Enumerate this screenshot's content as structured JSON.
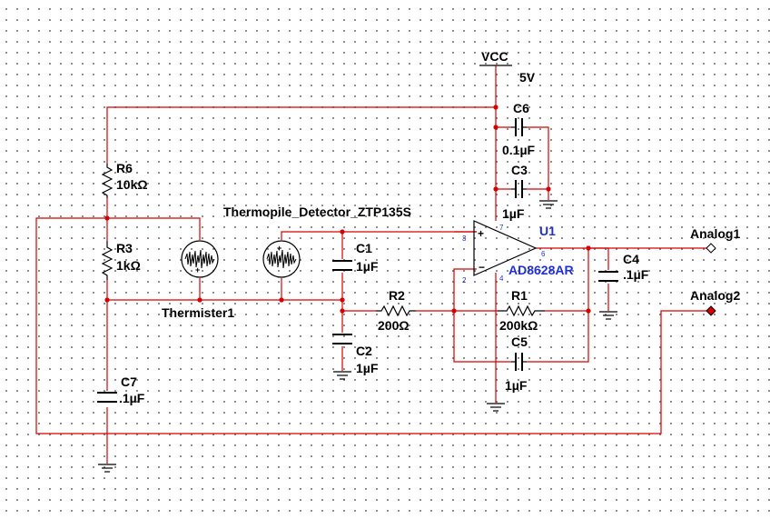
{
  "labels": {
    "vcc_name": "VCC",
    "vcc_value": "5V",
    "c6_name": "C6",
    "c6_value": "0.1µF",
    "c3_name": "C3",
    "c3_value": "1µF",
    "thermopile_name": "Thermopile_Detector_ZTP135S",
    "r6_name": "R6",
    "r6_value": "10kΩ",
    "r3_name": "R3",
    "r3_value": "1kΩ",
    "thermistor_name": "Thermister1",
    "c1_name": "C1",
    "c1_value": "1µF",
    "c2_name": "C2",
    "c2_value": "1µF",
    "r2_name": "R2",
    "r2_value": "200Ω",
    "u1_name": "U1",
    "u1_part": "AD8628AR",
    "r1_name": "R1",
    "r1_value": "200kΩ",
    "c5_name": "C5",
    "c5_value": "1µF",
    "c4_name": "C4",
    "c4_value": ".1µF",
    "c7_name": "C7",
    "c7_value": ".1µF",
    "analog1": "Analog1",
    "analog2": "Analog2",
    "pin_noninv": "3",
    "pin_inv": "2",
    "pin_vplus": "7",
    "pin_vminus": "4",
    "pin_out": "6",
    "plus_sign": "+",
    "minus_sign": "−"
  },
  "colors": {
    "wire": "#d80000",
    "component": "#000000",
    "opamp_label": "#1f2fd8"
  }
}
